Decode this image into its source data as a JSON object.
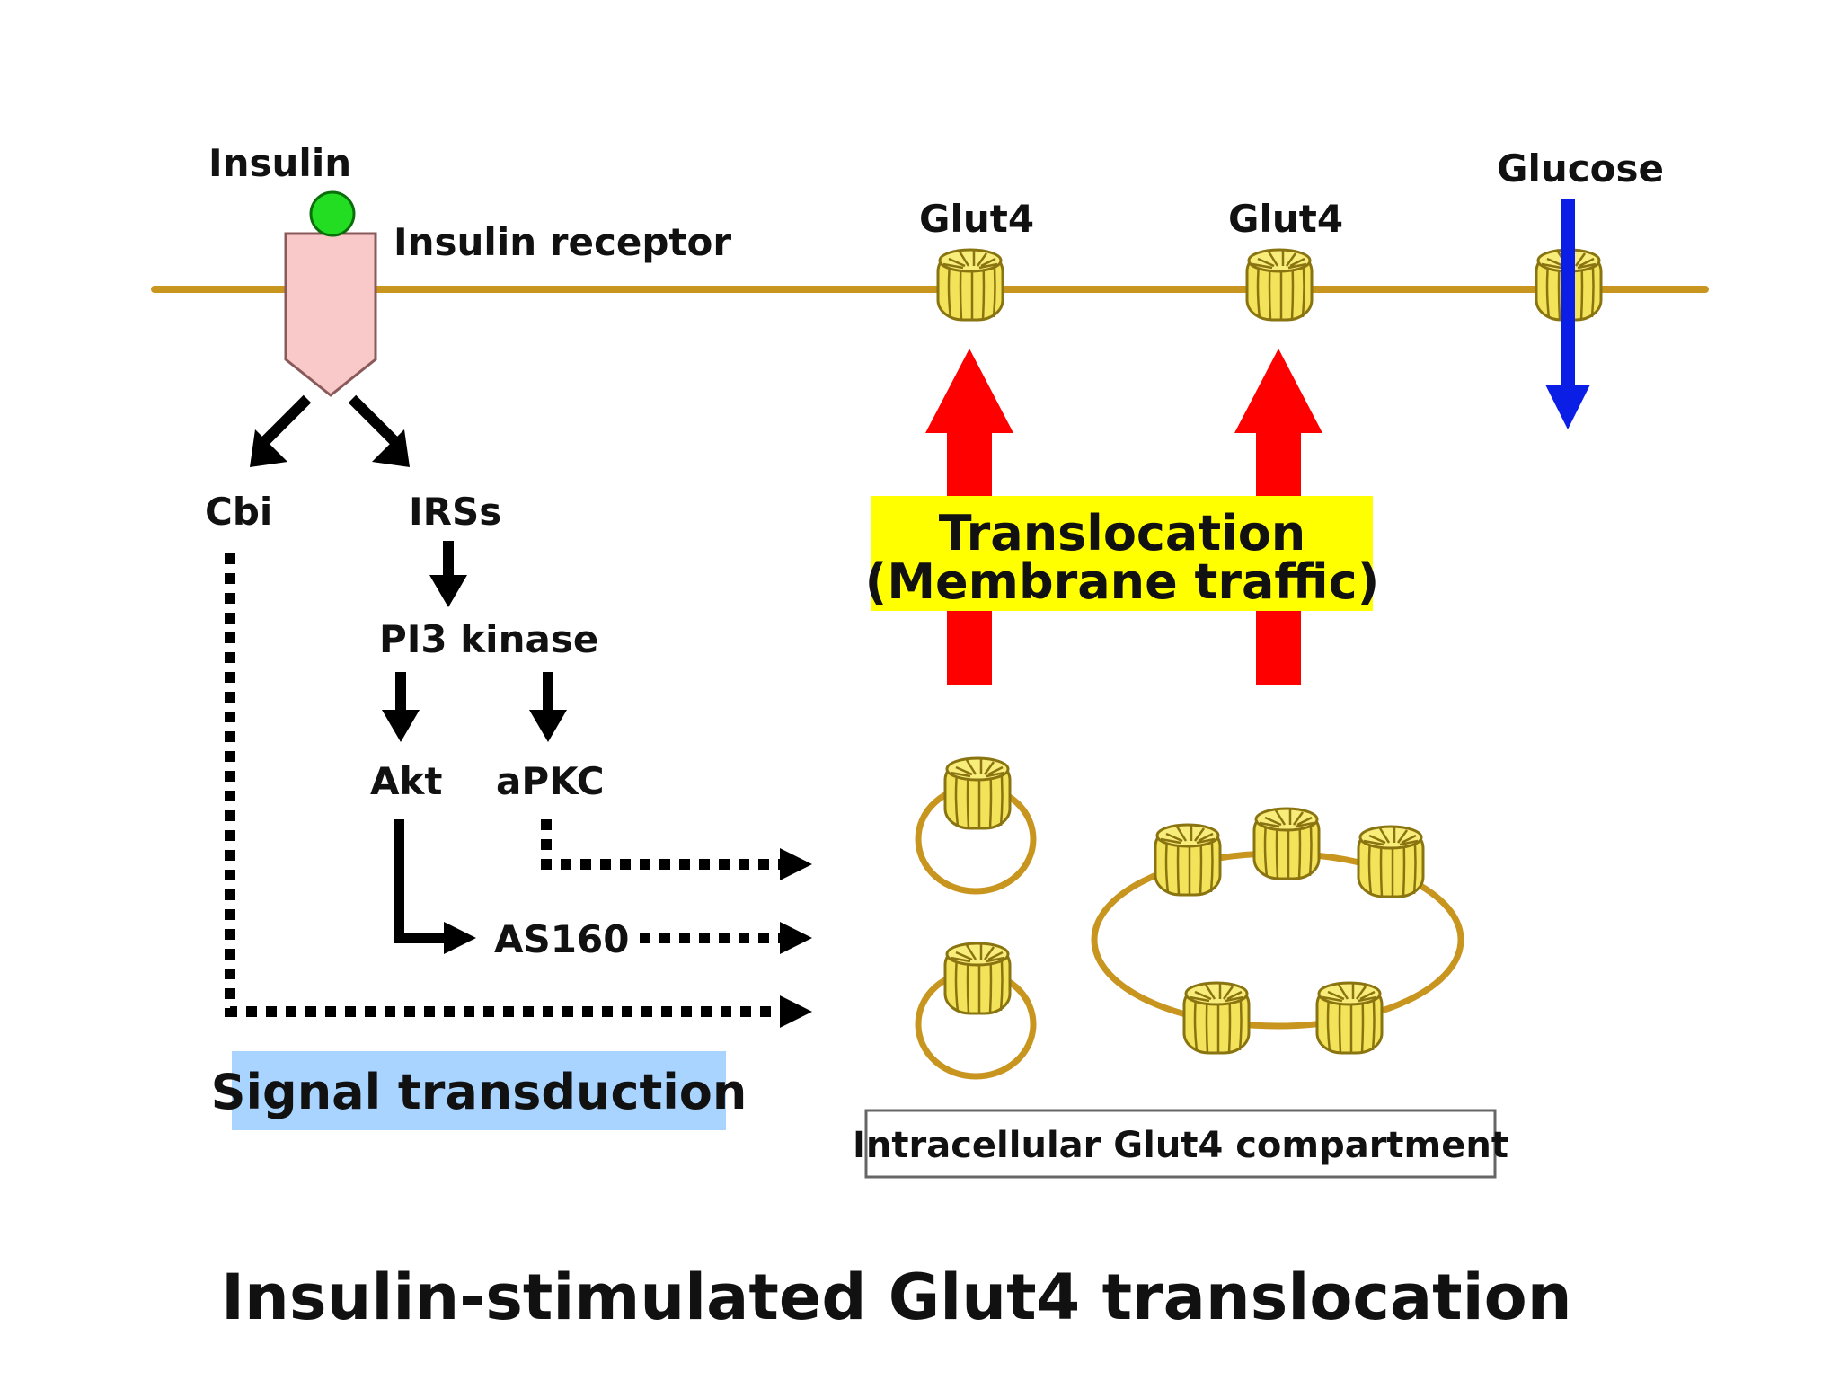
{
  "labels": {
    "insulin": "Insulin",
    "insulin_receptor": "Insulin receptor",
    "glut4_left": "Glut4",
    "glut4_right": "Glut4",
    "glucose": "Glucose",
    "cbi": "Cbi",
    "irss": "IRSs",
    "pi3_kinase": "PI3 kinase",
    "akt": "Akt",
    "apkc": "aPKC",
    "as160": "AS160",
    "translocation_line1": "Translocation",
    "translocation_line2": "(Membrane traffic)",
    "signal_transduction": "Signal transduction",
    "compartment": "Intracellular Glut4 compartment",
    "caption": "Insulin-stimulated Glut4 translocation"
  },
  "colors": {
    "membrane": "#c8961e",
    "insulin": "#22dd22",
    "receptor": "#f9c8c8",
    "glut4": "#f3e35a",
    "glut4_stroke": "#8a7410",
    "translocation_arrow": "#ff0000",
    "glucose_arrow": "#0a1ee6",
    "translocation_box": "#ffff00",
    "signal_box": "#a8d4ff",
    "signal_arrow": "#000000"
  }
}
